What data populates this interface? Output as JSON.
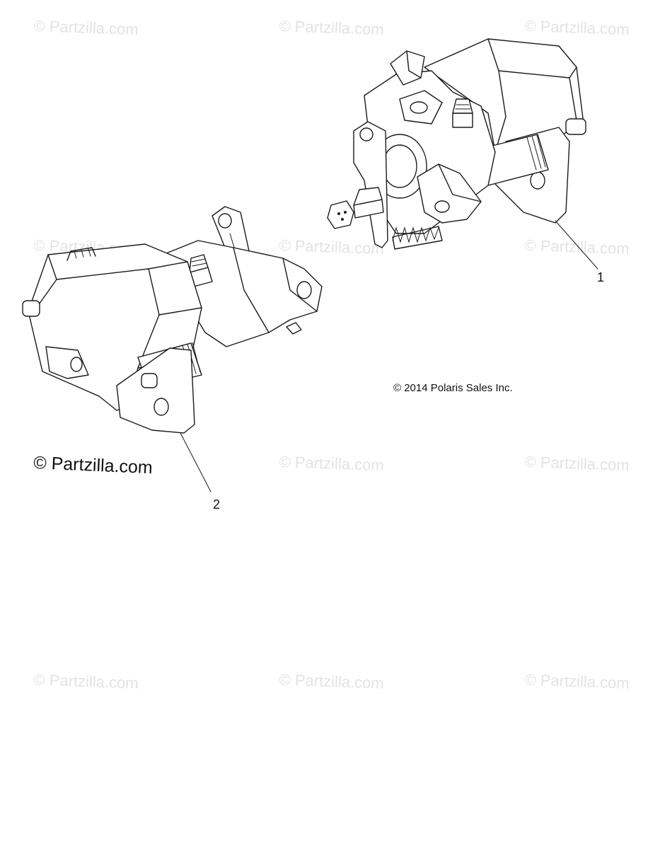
{
  "watermarks": [
    "© Partzilla.com",
    "© Partzilla.com",
    "© Partzilla.com",
    "© Partzilla.com",
    "© Partzilla.com",
    "© Partzilla.com",
    "© Partzilla.com",
    "© Partzilla.com",
    "© Partzilla.com",
    "© Partzilla.com",
    "© Partzilla.com"
  ],
  "main_watermark": "© Partzilla.com",
  "copyright": "© 2014 Polaris Sales Inc.",
  "callouts": {
    "part_1": "1",
    "part_2": "2"
  }
}
